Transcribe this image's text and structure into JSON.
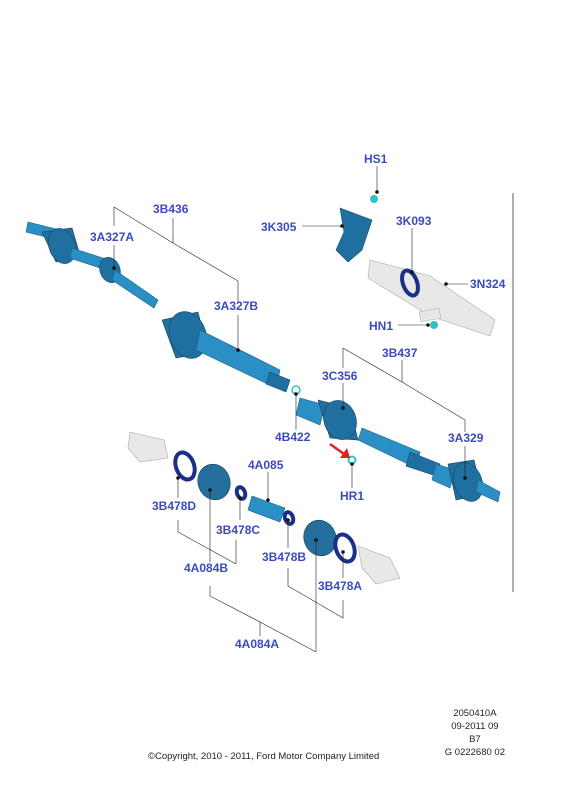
{
  "labels": {
    "hs1": "HS1",
    "b3b436": "3B436",
    "k3k305": "3K305",
    "k3k093": "3K093",
    "a3a327a": "3A327A",
    "n3n324": "3N324",
    "a3a327b": "3A327B",
    "hn1": "HN1",
    "b3b437": "3B437",
    "c3c356": "3C356",
    "b4b422": "4B422",
    "a3a329": "3A329",
    "a4a085": "4A085",
    "hr1": "HR1",
    "b3b478d": "3B478D",
    "b3b478c": "3B478C",
    "b3b478b": "3B478B",
    "a4a084b": "4A084B",
    "b3b478a": "3B478A",
    "a4a084a": "4A084A"
  },
  "doc": {
    "code": "2050410A",
    "date": "09-2011 09",
    "rev": "B7",
    "ref": "G 0222680 02"
  },
  "copyright": "©Copyright, 2010 - 2011, Ford Motor Company Limited",
  "colors": {
    "label": "#3b4bbf",
    "part_blue": "#2a8fc4",
    "ring_navy": "#1a2f8a",
    "arrow_red": "#e02020",
    "fastener_cyan": "#2ec4c4"
  }
}
